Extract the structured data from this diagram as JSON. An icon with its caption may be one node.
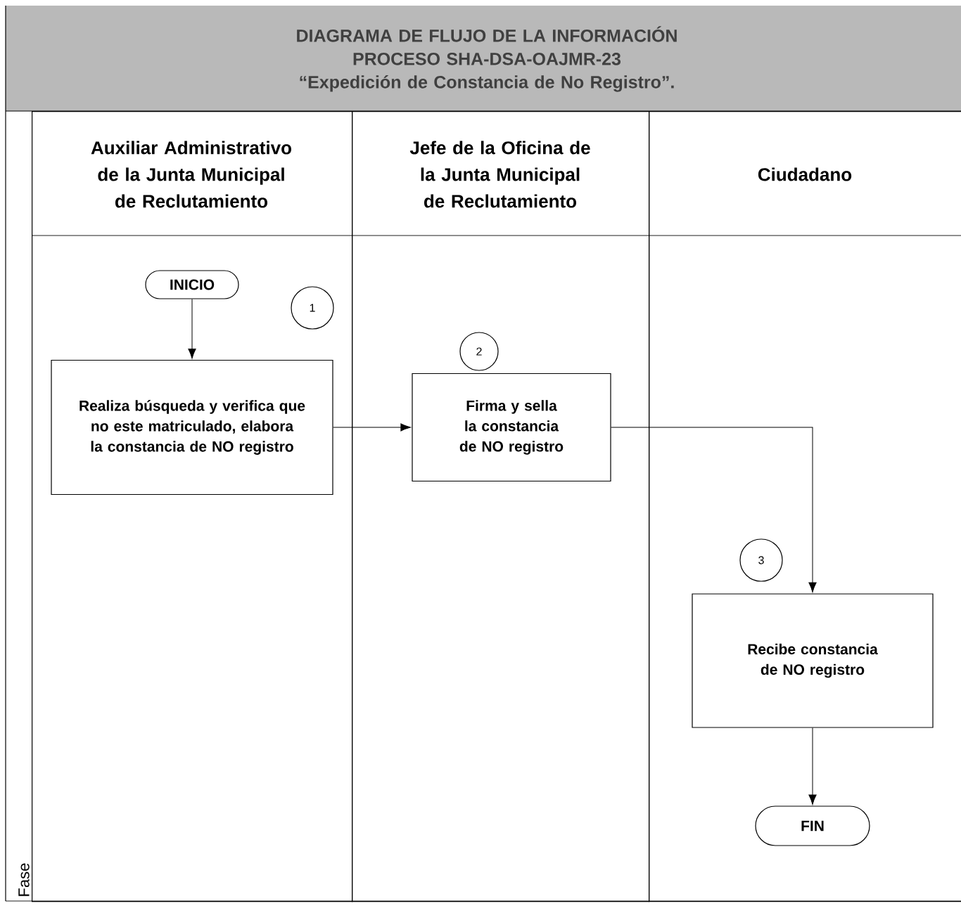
{
  "diagram": {
    "title": "DIAGRAMA DE FLUJO DE LA INFORMACIÓN PROCESO SHA-DSA-OAJMR-23 “Expedición de Constancia de No Registro”.",
    "nodes": [
      {
        "text": [
          "Auxiliar Administrativo de la Junta Municipal de Reclutamiento"
        ]
      },
      {
        "text": [
          "Jefe de la Oficina de la Junta Municipal de Reclutamiento"
        ]
      },
      {
        "text": [
          "Ciudadano"
        ]
      },
      {
        "text": [
          "INICIO"
        ],
        "in": 0
      },
      {
        "text": [
          "1"
        ],
        "in": 0
      },
      {
        "text": [
          "Realiza búsqueda y verifica que no este matriculado, elabora la constancia de NO registro"
        ],
        "in": 0
      },
      {
        "text": [
          "2"
        ],
        "in": 1
      },
      {
        "text": [
          "Firma y sella la constancia de NO registro"
        ],
        "in": 1
      },
      {
        "text": [
          "3"
        ],
        "in": 2
      },
      {
        "text": [
          "Recibe constancia de NO registro"
        ],
        "in": 2
      },
      {
        "text": [
          "FIN"
        ],
        "in": 2
      }
    ],
    "edges": [
      {
        "from": 3,
        "to": 5,
        "arrow": "to"
      },
      {
        "from": 5,
        "to": 7,
        "arrow": "to"
      },
      {
        "from": 7,
        "to": 9,
        "arrow": "to"
      },
      {
        "from": 9,
        "to": 10,
        "arrow": "to"
      }
    ],
    "labels": [
      "Fase"
    ]
  }
}
